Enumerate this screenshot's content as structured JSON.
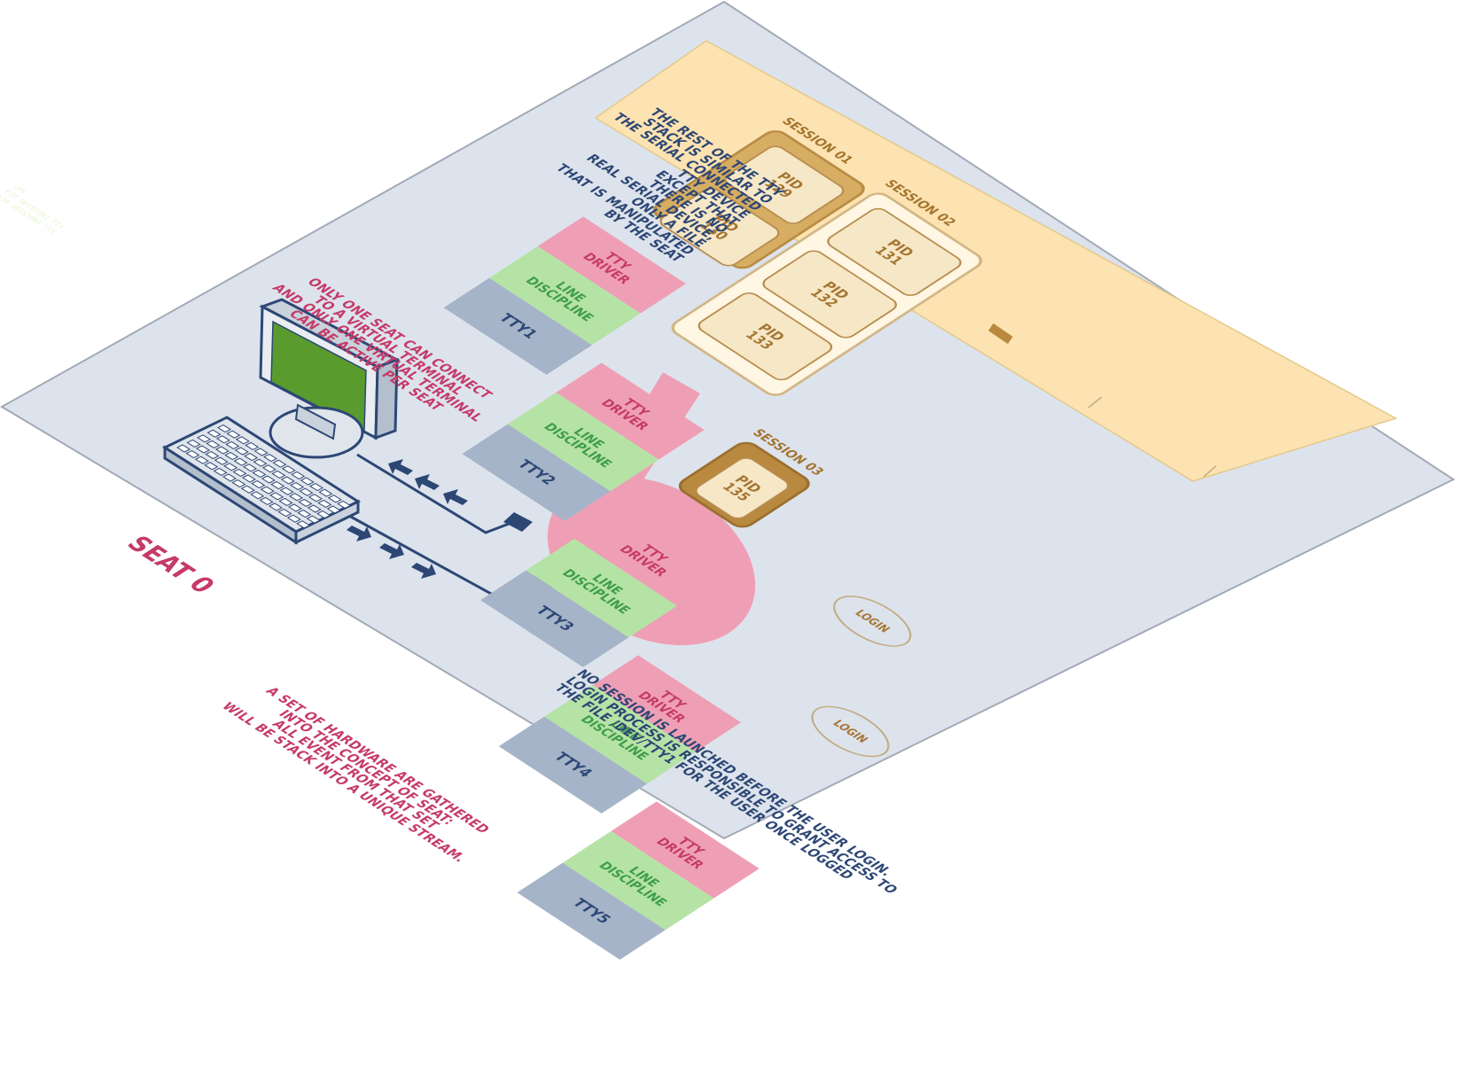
{
  "sessions": [
    {
      "title": "SESSION 01",
      "pids": [
        "PID\n129",
        "PID\n130"
      ]
    },
    {
      "title": "SESSION 02",
      "pids": [
        "PID\n131",
        "PID\n132",
        "PID\n133"
      ]
    },
    {
      "title": "SESSION 03",
      "pids": [
        "PID\n135"
      ]
    }
  ],
  "login_labels": [
    "LOGIN",
    "LOGIN"
  ],
  "stacks": [
    {
      "driver": "TTY\nDRIVER",
      "discipline": "LINE\nDISCIPLINE",
      "tty": "TTY1"
    },
    {
      "driver": "TTY\nDRIVER",
      "discipline": "LINE\nDISCIPLINE",
      "tty": "TTY2"
    },
    {
      "driver": "TTY\nDRIVER",
      "discipline": "LINE\nDISCIPLINE",
      "tty": "TTY3"
    },
    {
      "driver": "TTY\nDRIVER",
      "discipline": "LINE\nDISCIPLINE",
      "tty": "TTY4"
    },
    {
      "driver": "TTY\nDRIVER",
      "discipline": "LINE\nDISCIPLINE",
      "tty": "TTY5"
    }
  ],
  "seat_label": "SEAT 0",
  "notes": {
    "tty_stack": "THE REST OF THE TTY\nSTACK IS SIMILAR TO\nTHE SERIAL CONNECTED\nTTY DEVICE\nEXCEPT THAT\nTHERE IS NO\nREAL SERIAL DEVICE,\nONLY A FILE\nTHAT IS MANIPULATED\nBY THE SEAT",
    "one_seat": "ONLY ONE SEAT CAN CONNECT\nTO A VIRTUAL TERMINAL\nAND ONLY ONE VIRTUAL TERMINAL\nCAN BE ACTIVE PER SEAT",
    "no_session": "NO SESSION IS LAUNCHED BEFORE THE USER LOGIN.\nLOGIN PROCESS IS RESPONSIBLE TO GRANT ACCESS TO\nTHE FILE /DEV/TTY1 FOR THE USER ONCE LOGGED",
    "hardware": "A SET OF HARDWARE ARE GATHERED\nINTO THE CONCEPT OF SEAT:\nALL EVENT FROM THAT SET\nWILL BE STACK INTO A UNIQUE STREAM."
  },
  "monitor_screen_lines": [
    "~PS",
    "PID SESSION1 TTY",
    "130 SESSION1 TTY"
  ],
  "colors": {
    "ground": "#dde3ec",
    "sessions_panel": "#fde3b1",
    "driver": "#ef9fb5",
    "discipline": "#b5e3a6",
    "tty": "#a5b4c8",
    "seat": "#ef9fb5",
    "note_blue": "#2d4775",
    "note_red": "#c53a68"
  }
}
